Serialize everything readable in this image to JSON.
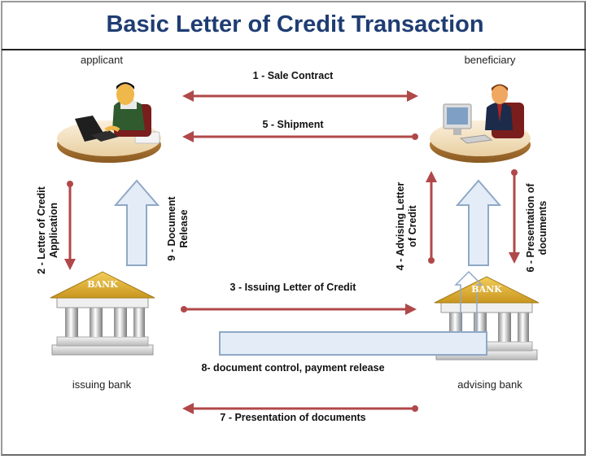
{
  "title": "Basic Letter of Credit Transaction",
  "parties": {
    "applicant": "applicant",
    "beneficiary": "beneficiary",
    "issuing_bank": "issuing bank",
    "advising_bank": "advising bank"
  },
  "bank_sign": "BANK",
  "steps": {
    "s1": "1 - Sale Contract",
    "s2_line1": "2 - Letter of Credit",
    "s2_line2": "Application",
    "s3": "3 - Issuing Letter of Credit",
    "s4_line1": "4 - Advising Letter",
    "s4_line2": "of Credit",
    "s5": "5 - Shipment",
    "s6_line1": "6 - Presentation of",
    "s6_line2": "documents",
    "s7": "7 - Presentation of documents",
    "s8": "8- document control, payment release",
    "s9_line1": "9 - Document",
    "s9_line2": "Release"
  },
  "colors": {
    "title": "#1f3d73",
    "arrow_red": "#b0484a",
    "arrow_blue_fill": "#e4edf7",
    "arrow_blue_stroke": "#8fa8c6",
    "bank_roof": "#e0b23a"
  }
}
